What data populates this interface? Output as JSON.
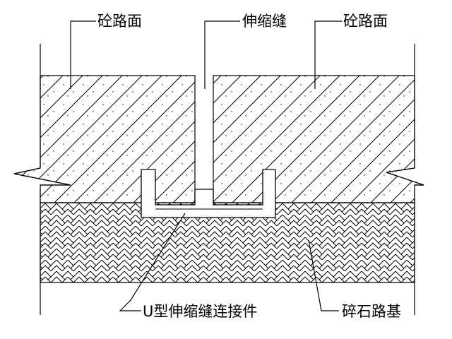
{
  "labels": {
    "concrete_left": "砼路面",
    "expansion_joint": "伸缩缝",
    "concrete_right": "砼路面",
    "u_connector": "U型伸缩缝连接件",
    "gravel_base": "碎石路基"
  },
  "colors": {
    "line": "#000000",
    "background": "#ffffff"
  },
  "layers": {
    "top": "concrete (diagonal hatch with dots)",
    "bottom": "crushed stone (herringbone hatch)"
  }
}
